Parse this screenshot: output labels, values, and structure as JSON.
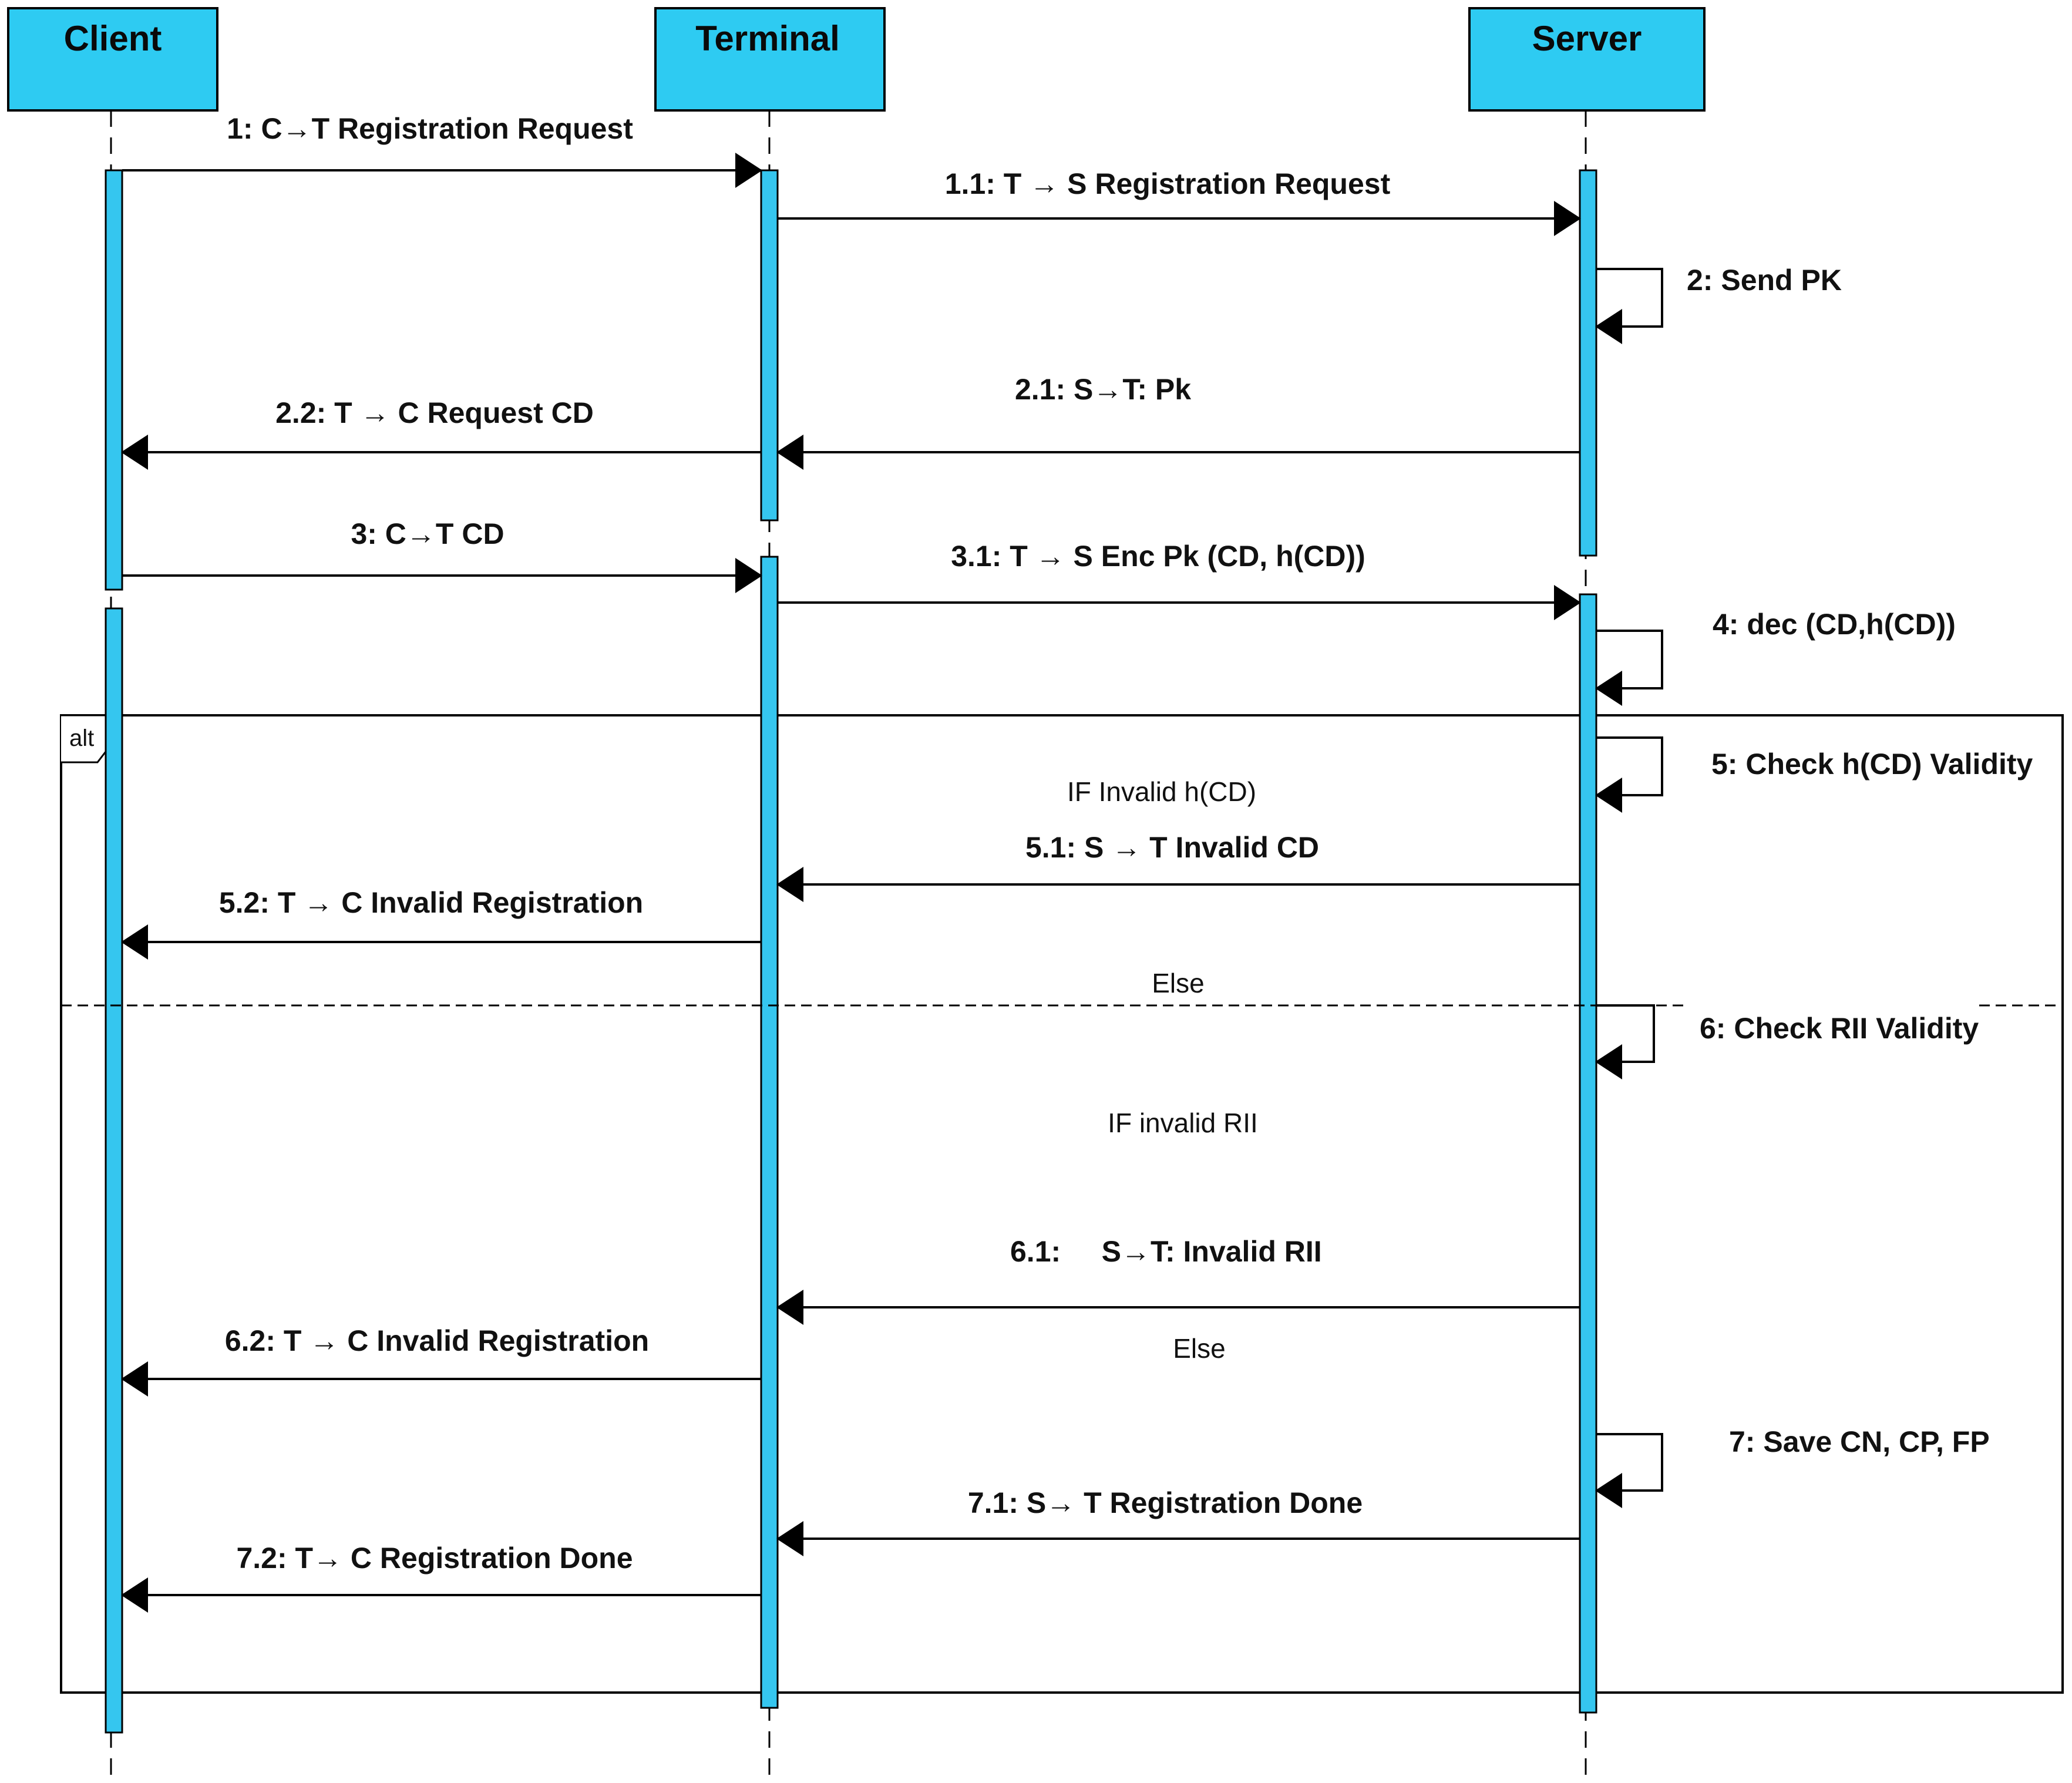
{
  "colors": {
    "participant_fill": "#2ecbf2",
    "activation_fill": "#35c6ef",
    "line": "#000000"
  },
  "participants": {
    "client": "Client",
    "terminal": "Terminal",
    "server": "Server"
  },
  "fragment": {
    "operator": "alt",
    "guard_1": "IF Invalid h(CD)",
    "else_1": "Else",
    "guard_2": "IF invalid RII",
    "else_2": "Else"
  },
  "messages": {
    "m1": "1: C→T Registration Request",
    "m1_1": "1.1: T → S Registration Request",
    "m2": "2: Send PK",
    "m2_1": "2.1: S→T: Pk",
    "m2_2": "2.2: T → C Request CD",
    "m3": "3: C→T CD",
    "m3_1": "3.1: T → S Enc Pk (CD, h(CD))",
    "m4": "4: dec (CD,h(CD))",
    "m5": "5: Check h(CD) Validity",
    "m5_1": "5.1: S → T Invalid CD",
    "m5_2": "5.2: T → C Invalid Registration",
    "m6": "6: Check RII Validity",
    "m6_1": "6.1:     S→T: Invalid RII",
    "m6_2": "6.2: T → C Invalid Registration",
    "m7": "7: Save CN, CP, FP",
    "m7_1": "7.1: S→ T Registration Done",
    "m7_2": "7.2: T→ C Registration Done"
  }
}
